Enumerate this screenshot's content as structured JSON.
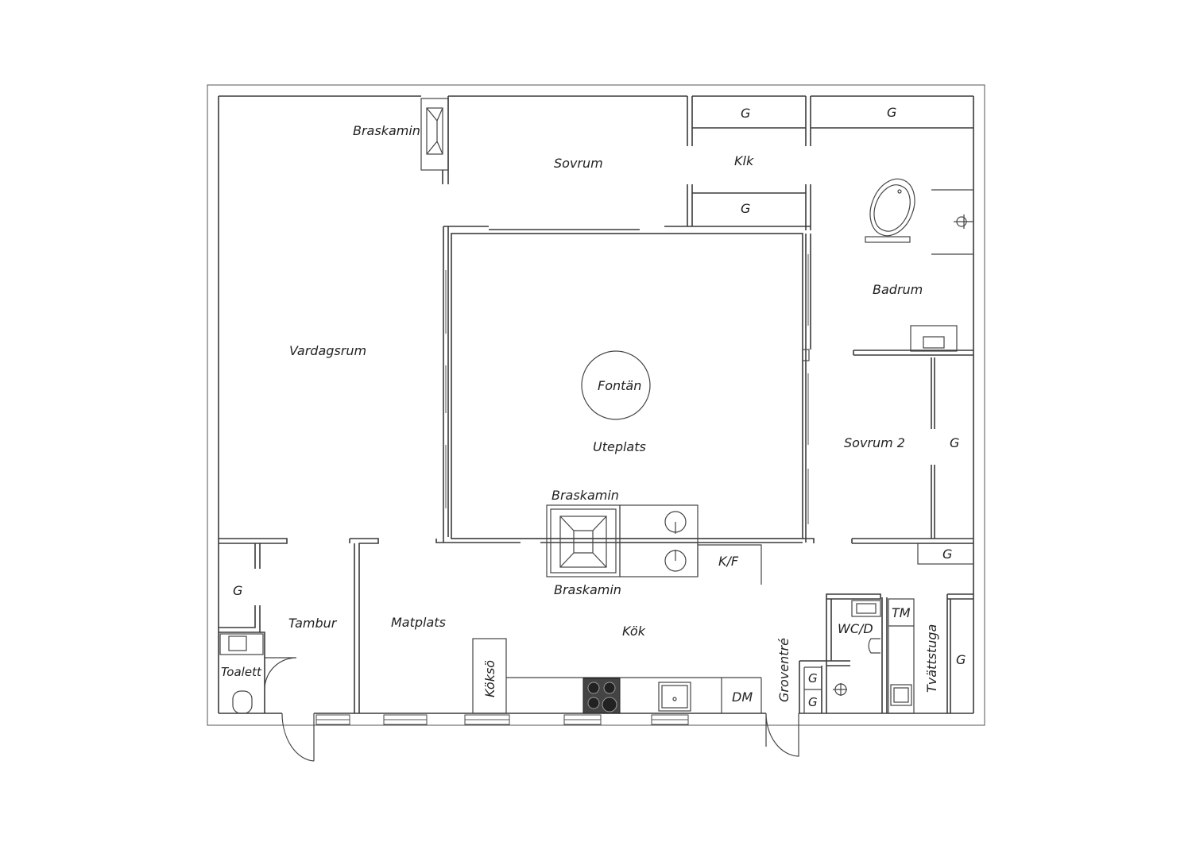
{
  "rooms": {
    "vardagsrum": "Vardagsrum",
    "sovrum": "Sovrum",
    "klk": "Klk",
    "badrum": "Badrum",
    "uteplats": "Uteplats",
    "fontan": "Fontän",
    "sovrum2": "Sovrum 2",
    "tambur": "Tambur",
    "toalett": "Toalett",
    "matplats": "Matplats",
    "kok": "Kök",
    "koksö": "Köksö",
    "groventre": "Groventré",
    "wcd": "WC/D",
    "tvattstuga": "Tvättstuga"
  },
  "fixtures": {
    "braskamin_top": "Braskamin",
    "braskamin_mid_top": "Braskamin",
    "braskamin_mid_bottom": "Braskamin",
    "kf": "K/F",
    "dm": "DM",
    "tm": "TM",
    "storage": "G"
  }
}
